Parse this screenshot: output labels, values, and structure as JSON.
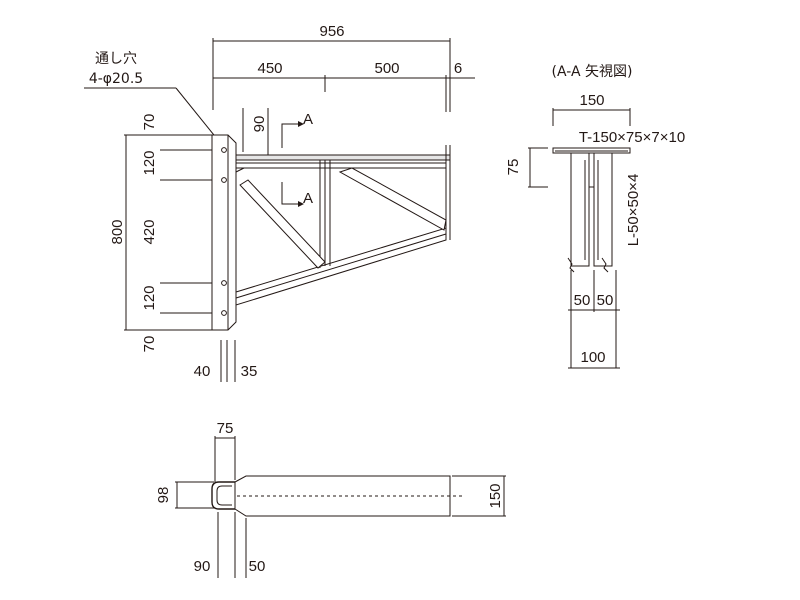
{
  "elevation": {
    "dims_top": {
      "overall": "956",
      "left": "450",
      "right": "500",
      "end": "6"
    },
    "dims_left": {
      "overall": "800",
      "d1": "70",
      "d2": "120",
      "d3": "420",
      "d4": "120",
      "d5": "70"
    },
    "dim_flange": "90",
    "dims_bottom": {
      "left": "40",
      "right": "35"
    },
    "hole_note": {
      "line1": "通し穴",
      "line2": "4-φ20.5"
    },
    "section_marker": "A"
  },
  "section_aa": {
    "title": "(A-A 矢視図)",
    "dim_top": "150",
    "tee_label": "T-150×75×7×10",
    "dim_depth": "75",
    "angle_label": "L-50×50×4",
    "dim_left": "50",
    "dim_right": "50",
    "dim_total": "100"
  },
  "plan": {
    "dim_top": "75",
    "dim_left": "98",
    "dim_right": "150",
    "dims_bottom": {
      "left": "90",
      "right": "50"
    }
  }
}
